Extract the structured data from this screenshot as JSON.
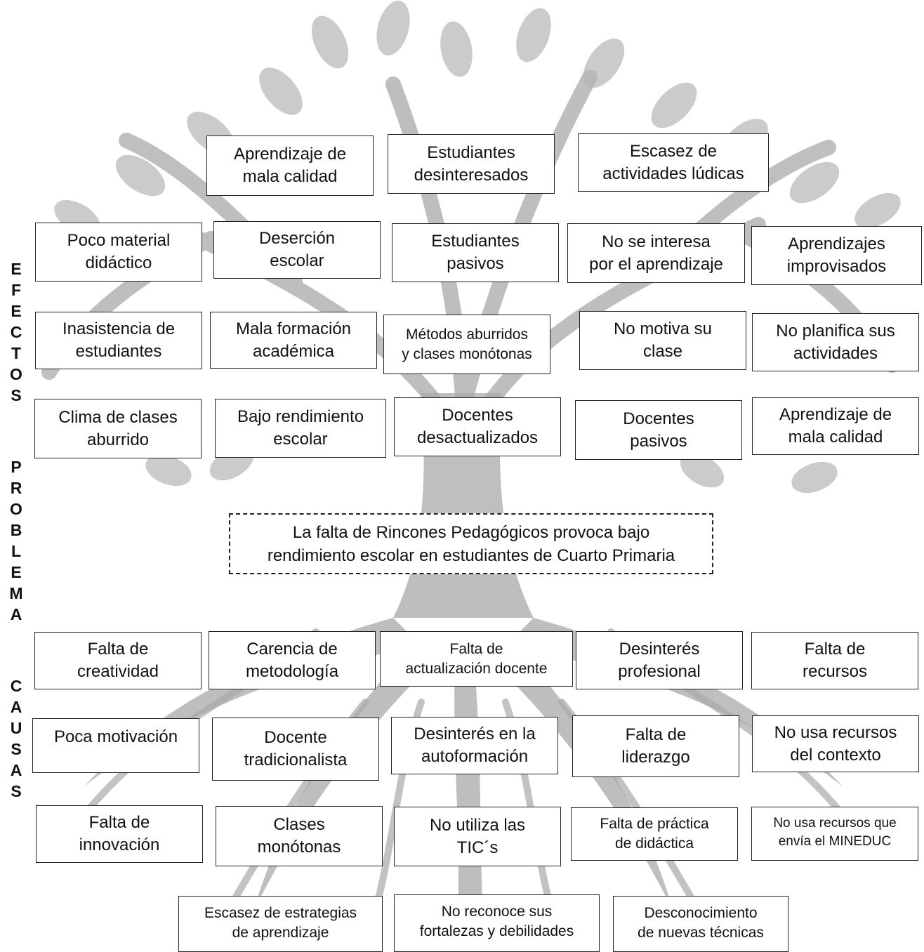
{
  "side_labels": {
    "effects": "E\nF\nE\nC\nT\nO\nS",
    "problem": "P\nR\nO\nB\nL\nE\nM\nA",
    "causes": "C\nA\nU\nS\nA\nS"
  },
  "effects": {
    "row1": [
      "Aprendizaje de\nmala calidad",
      "Estudiantes\ndesinteresados",
      "Escasez de\nactividades lúdicas"
    ],
    "row2": [
      "Poco material\ndidáctico",
      "Deserción\nescolar",
      "Estudiantes\npasivos",
      "No se interesa\npor el aprendizaje",
      "Aprendizajes\nimprovisados"
    ],
    "row3": [
      "Inasistencia de\nestudiantes",
      "Mala formación\nacadémica",
      "Métodos aburridos\ny clases monótonas",
      "No motiva su\nclase",
      "No planifica sus\nactividades"
    ],
    "row4": [
      "Clima de clases\naburrido",
      "Bajo rendimiento\nescolar",
      "Docentes\ndesactualizados",
      "Docentes\npasivos",
      "Aprendizaje de\nmala calidad"
    ]
  },
  "problem": "La falta de Rincones Pedagógicos provoca bajo\nrendimiento escolar en estudiantes de Cuarto Primaria",
  "causes": {
    "row1": [
      "Falta de\ncreatividad",
      "Carencia de\nmetodología",
      "Falta de\nactualización docente",
      "Desinterés\nprofesional",
      "Falta de\nrecursos"
    ],
    "row2": [
      "Poca motivación",
      "Docente\ntradicionalista",
      "Desinterés en la\nautoformación",
      "Falta de\nliderazgo",
      "No usa recursos\ndel contexto"
    ],
    "row3": [
      "Falta de\ninnovación",
      "Clases\nmonótonas",
      "No utiliza las\nTIC´s",
      "Falta de práctica\nde didáctica",
      "No usa recursos que\nenvía el MINEDUC"
    ],
    "row4": [
      "Escasez de estrategias\nde aprendizaje",
      "No reconoce sus\nfortalezas y debilidades",
      "Desconocimiento\nde nuevas técnicas"
    ]
  },
  "colors": {
    "tree": "#9a9a9a",
    "box_border": "#222222",
    "text": "#111111"
  }
}
